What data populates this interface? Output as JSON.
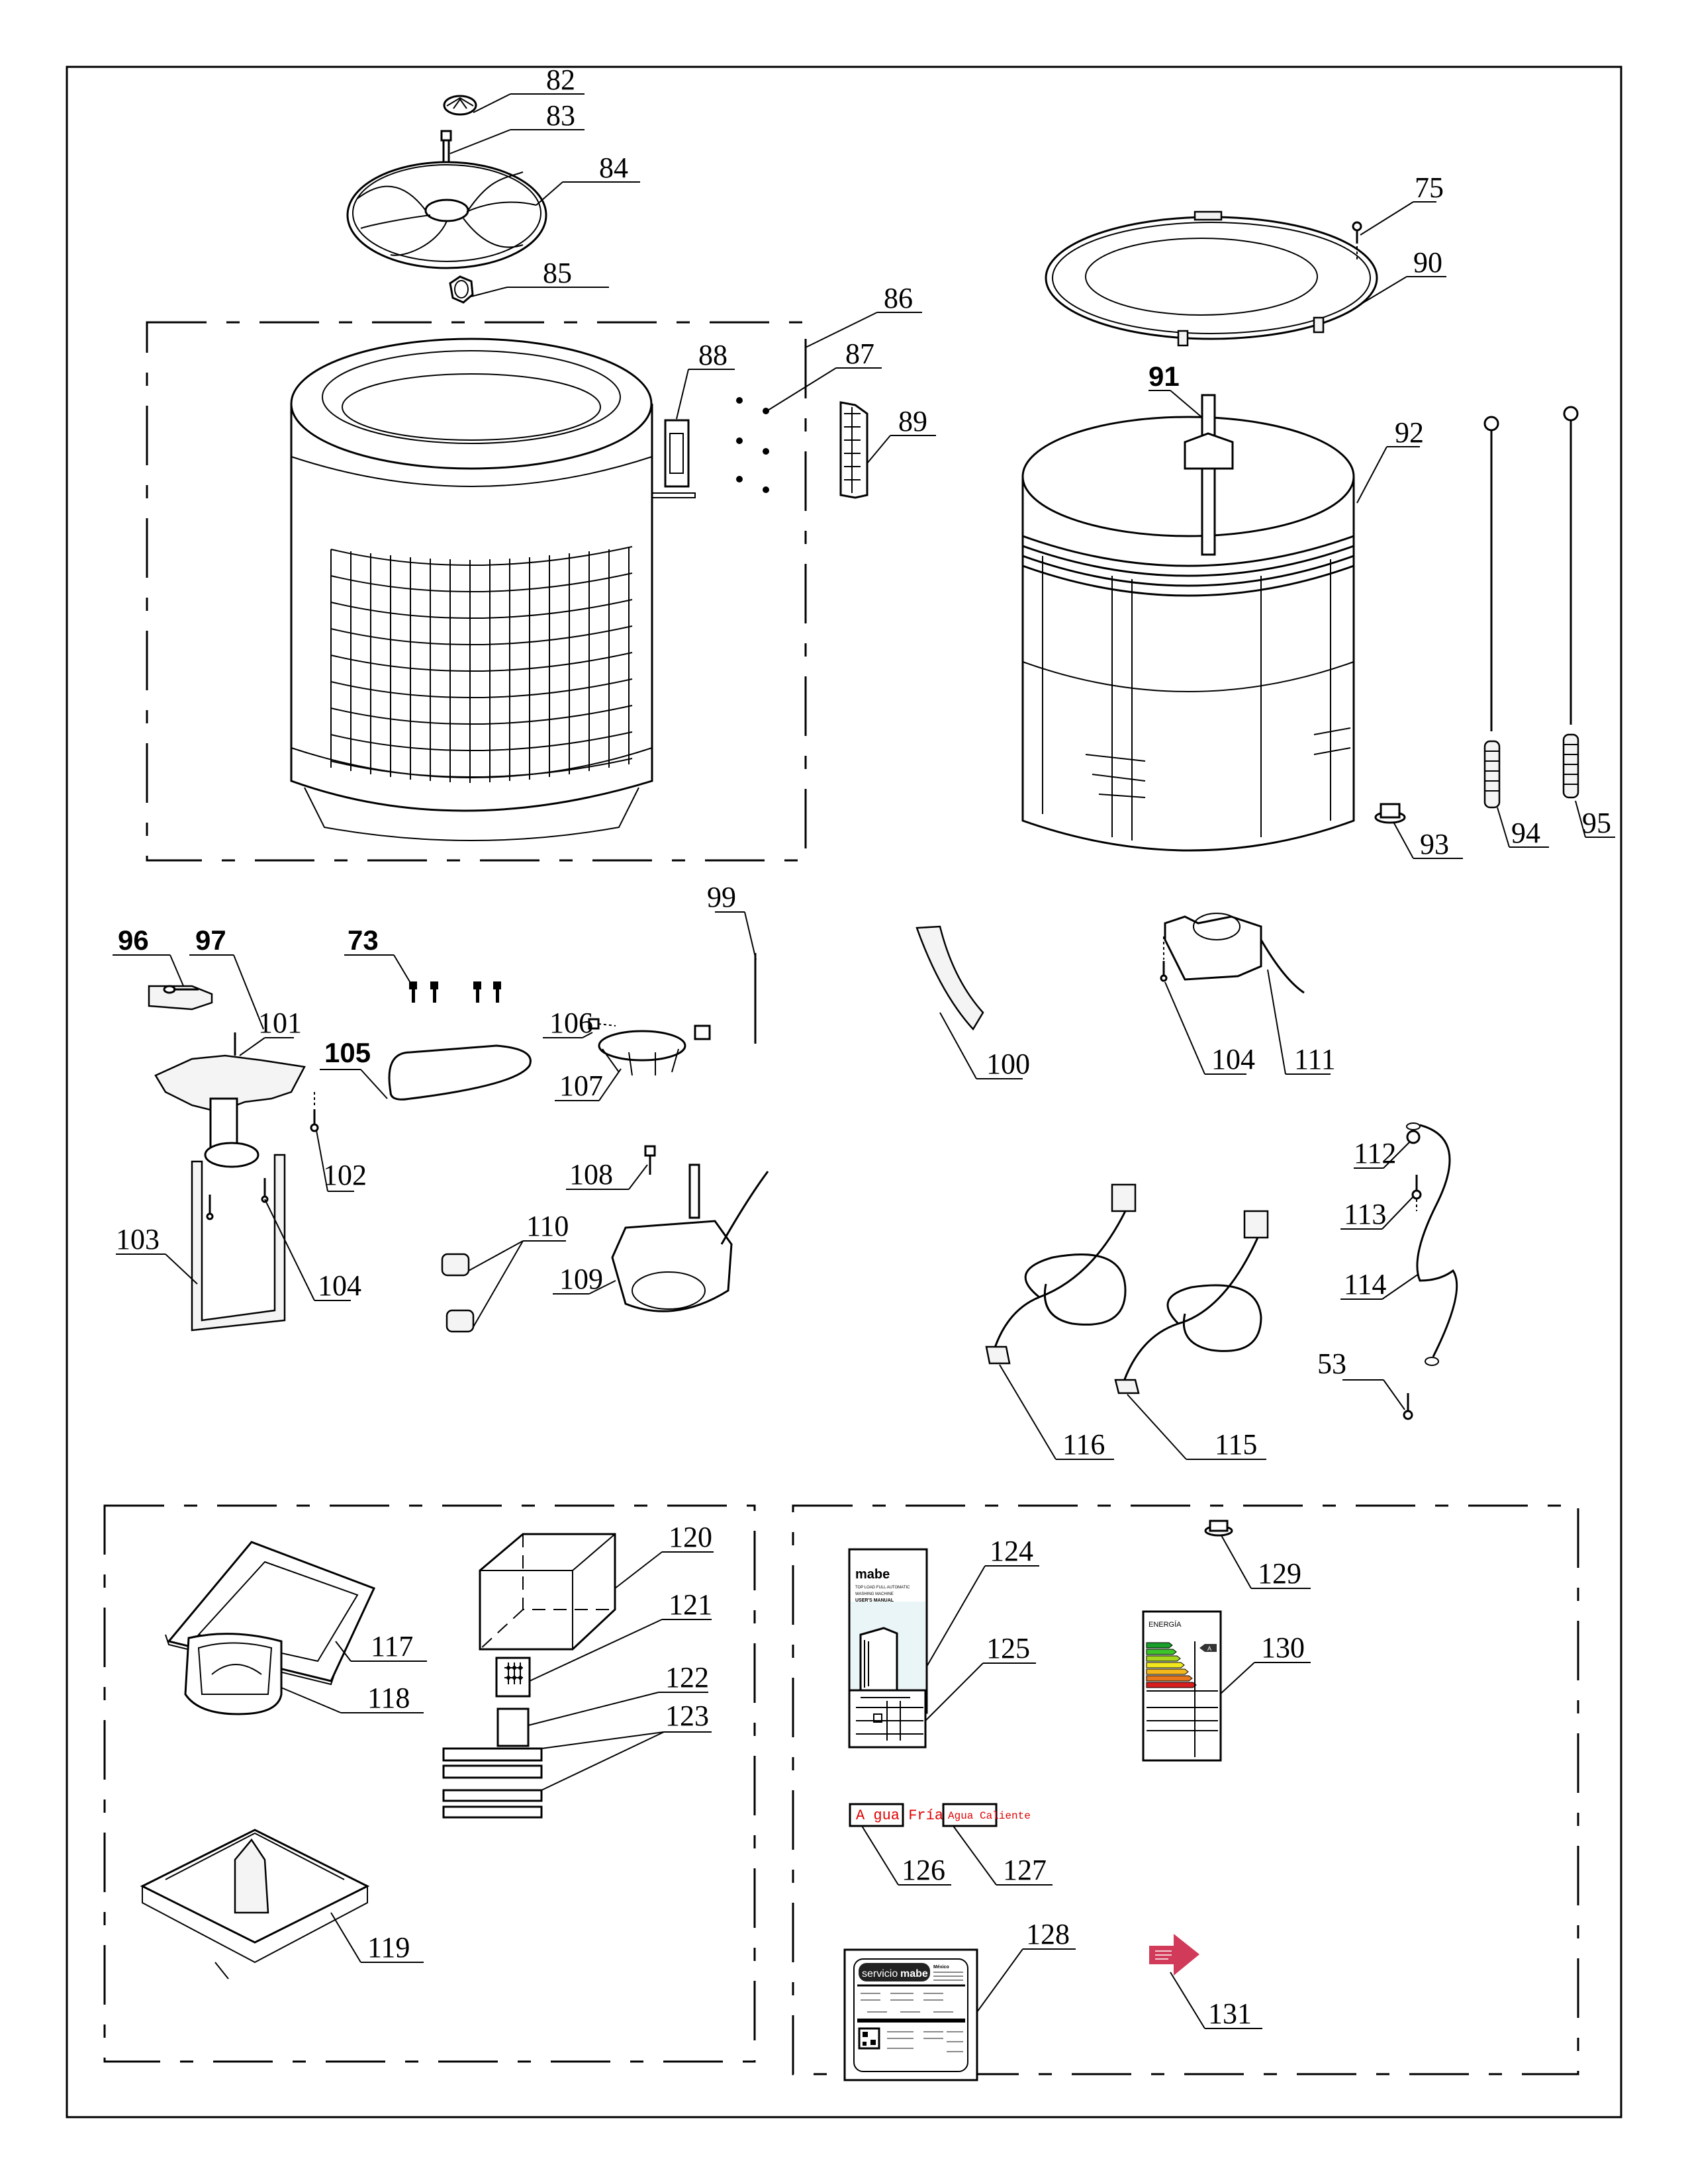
{
  "diagram": {
    "type": "exploded-parts-diagram",
    "frame_color": "#000000",
    "callouts": {
      "p82": "82",
      "p83": "83",
      "p84": "84",
      "p85": "85",
      "p86": "86",
      "p87": "87",
      "p88": "88",
      "p89": "89",
      "p75": "75",
      "p90": "90",
      "p91": "91",
      "p92": "92",
      "p93": "93",
      "p94": "94",
      "p95": "95",
      "p96": "96",
      "p97": "97",
      "p73": "73",
      "p99": "99",
      "p100": "100",
      "p101": "101",
      "p102": "102",
      "p103": "103",
      "p104a": "104",
      "p104b": "104",
      "p105": "105",
      "p106": "106",
      "p107": "107",
      "p108": "108",
      "p109": "109",
      "p110": "110",
      "p111": "111",
      "p112": "112",
      "p113": "113",
      "p114": "114",
      "p53": "53",
      "p115": "115",
      "p116": "116",
      "p117": "117",
      "p118": "118",
      "p119": "119",
      "p120": "120",
      "p121": "121",
      "p122": "122",
      "p123": "123",
      "p124": "124",
      "p125": "125",
      "p126": "126",
      "p127": "127",
      "p128": "128",
      "p129": "129",
      "p130": "130",
      "p131": "131"
    },
    "manual": {
      "brand": "mabe",
      "line1": "TOP LOAD FULL AUTOMATIC",
      "line2": "WASHING MACHINE",
      "line3": "USER'S MANUAL",
      "cover_color": "#eaf5f8"
    },
    "energy_label": {
      "title": "ENERGÍA",
      "class": "A",
      "bar_colors": [
        "#1a9e2a",
        "#3dc42a",
        "#a8d520",
        "#f3e81b",
        "#f3b81b",
        "#e8761a",
        "#d81e1e"
      ]
    },
    "stickers": {
      "cold_water": "A gua Fría",
      "hot_water": "Agua Caliente",
      "text_color": "#e00000"
    },
    "service_card": {
      "brand_prefix": "servicio",
      "brand": "mabe",
      "country": "México"
    },
    "arrow_sticker": {
      "color": "#d23a5a"
    }
  }
}
